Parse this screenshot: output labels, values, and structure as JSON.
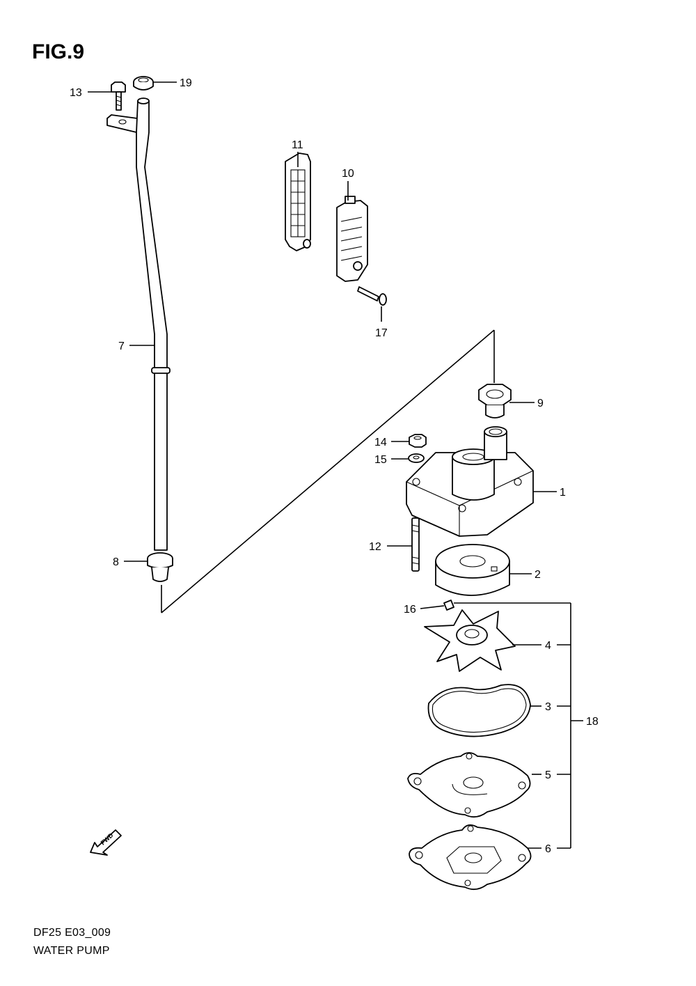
{
  "header": {
    "figure": "FIG.9"
  },
  "footer": {
    "model_code": "DF25 E03_009",
    "section_name": "WATER PUMP"
  },
  "fwd_arrow_label": "FWD",
  "callouts": [
    {
      "id": "c1",
      "label": "1"
    },
    {
      "id": "c2",
      "label": "2"
    },
    {
      "id": "c3",
      "label": "3"
    },
    {
      "id": "c4",
      "label": "4"
    },
    {
      "id": "c5",
      "label": "5"
    },
    {
      "id": "c6",
      "label": "6"
    },
    {
      "id": "c7",
      "label": "7"
    },
    {
      "id": "c8",
      "label": "8"
    },
    {
      "id": "c9",
      "label": "9"
    },
    {
      "id": "c10",
      "label": "10"
    },
    {
      "id": "c11",
      "label": "11"
    },
    {
      "id": "c12",
      "label": "12"
    },
    {
      "id": "c13",
      "label": "13"
    },
    {
      "id": "c14",
      "label": "14"
    },
    {
      "id": "c15",
      "label": "15"
    },
    {
      "id": "c16",
      "label": "16"
    },
    {
      "id": "c17",
      "label": "17"
    },
    {
      "id": "c18",
      "label": "18"
    },
    {
      "id": "c19",
      "label": "19"
    }
  ]
}
